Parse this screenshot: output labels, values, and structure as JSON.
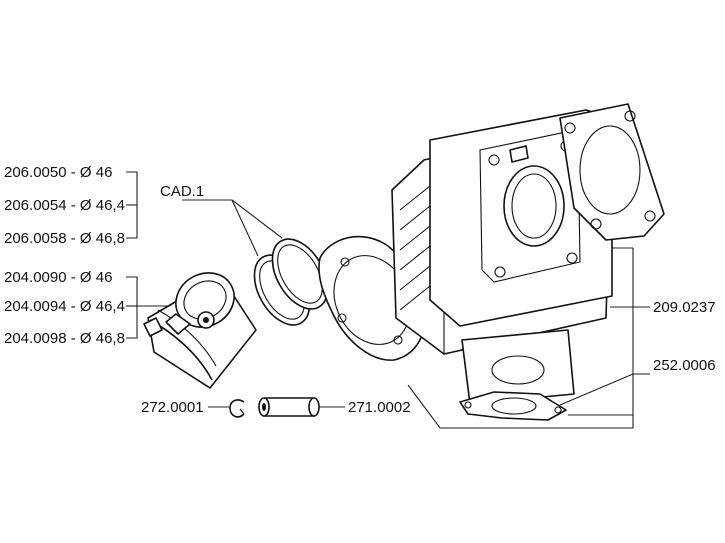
{
  "diagram": {
    "part_labels": {
      "ring_1": "206.0050 - Ø 46",
      "ring_2": "206.0054 - Ø 46,4",
      "ring_3": "206.0058 - Ø 46,8",
      "ring_qty": "CAD.1",
      "piston_1": "204.0090 - Ø 46",
      "piston_2": "204.0094 - Ø 46,4",
      "piston_3": "204.0098 - Ø 46,8",
      "circlip": "272.0001",
      "pin": "271.0002",
      "cylinder": "209.0237",
      "gasket": "252.0006"
    },
    "colors": {
      "ink": "#111111",
      "background": "#ffffff"
    }
  }
}
